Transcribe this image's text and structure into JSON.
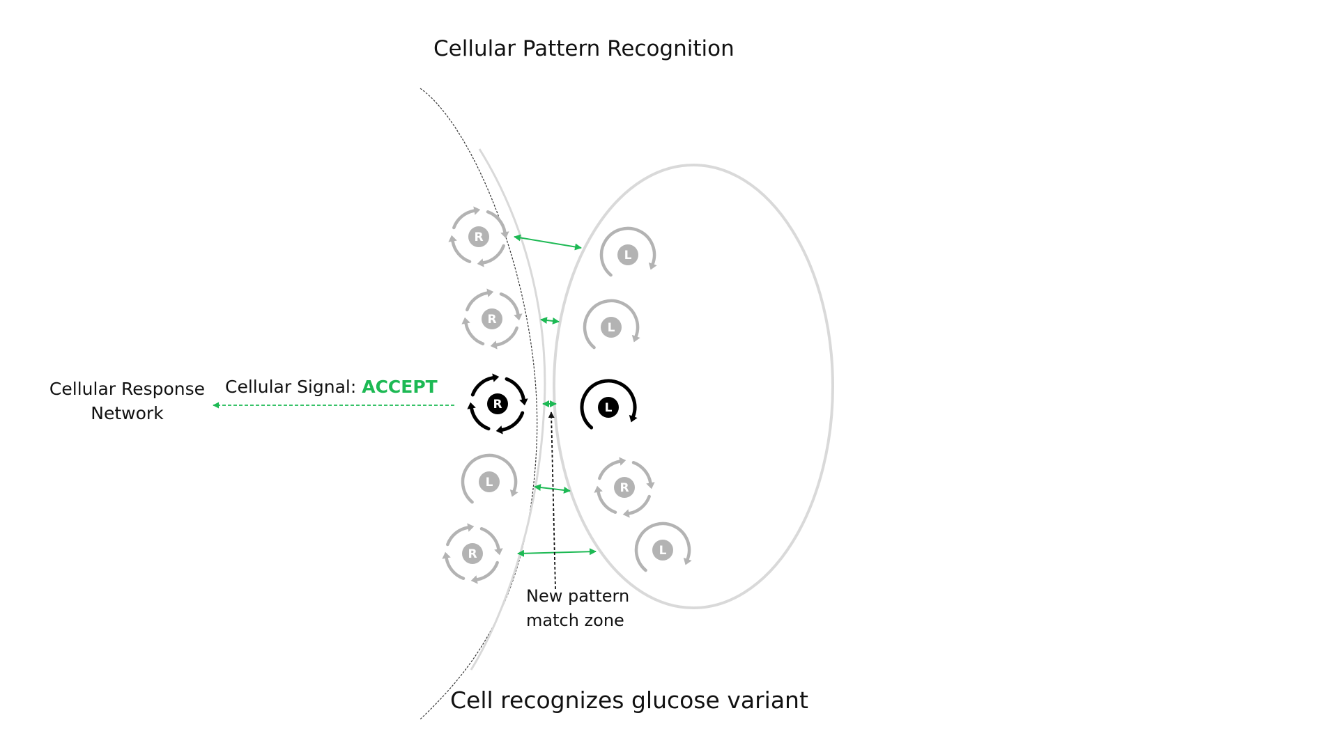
{
  "title": "Cellular Pattern Recognition",
  "subtitle": "Cell recognizes glucose variant",
  "response_label": [
    "Cellular Response",
    "Network"
  ],
  "signal": {
    "label": "Cellular Signal: ",
    "value": "ACCEPT"
  },
  "zone_label": [
    "New pattern",
    "match zone"
  ],
  "colors": {
    "accent": "#1db954",
    "inactive": "#b3b3b3",
    "active": "#000000",
    "membrane": "#d9d9d9"
  },
  "membrane_molecules": [
    {
      "letter": "R",
      "state": "inactive"
    },
    {
      "letter": "R",
      "state": "inactive"
    },
    {
      "letter": "R",
      "state": "active"
    },
    {
      "letter": "L",
      "state": "inactive"
    },
    {
      "letter": "R",
      "state": "inactive"
    }
  ],
  "ligand_molecules": [
    {
      "letter": "L",
      "state": "inactive"
    },
    {
      "letter": "L",
      "state": "inactive"
    },
    {
      "letter": "L",
      "state": "active"
    },
    {
      "letter": "R",
      "state": "inactive"
    },
    {
      "letter": "L",
      "state": "inactive"
    }
  ]
}
